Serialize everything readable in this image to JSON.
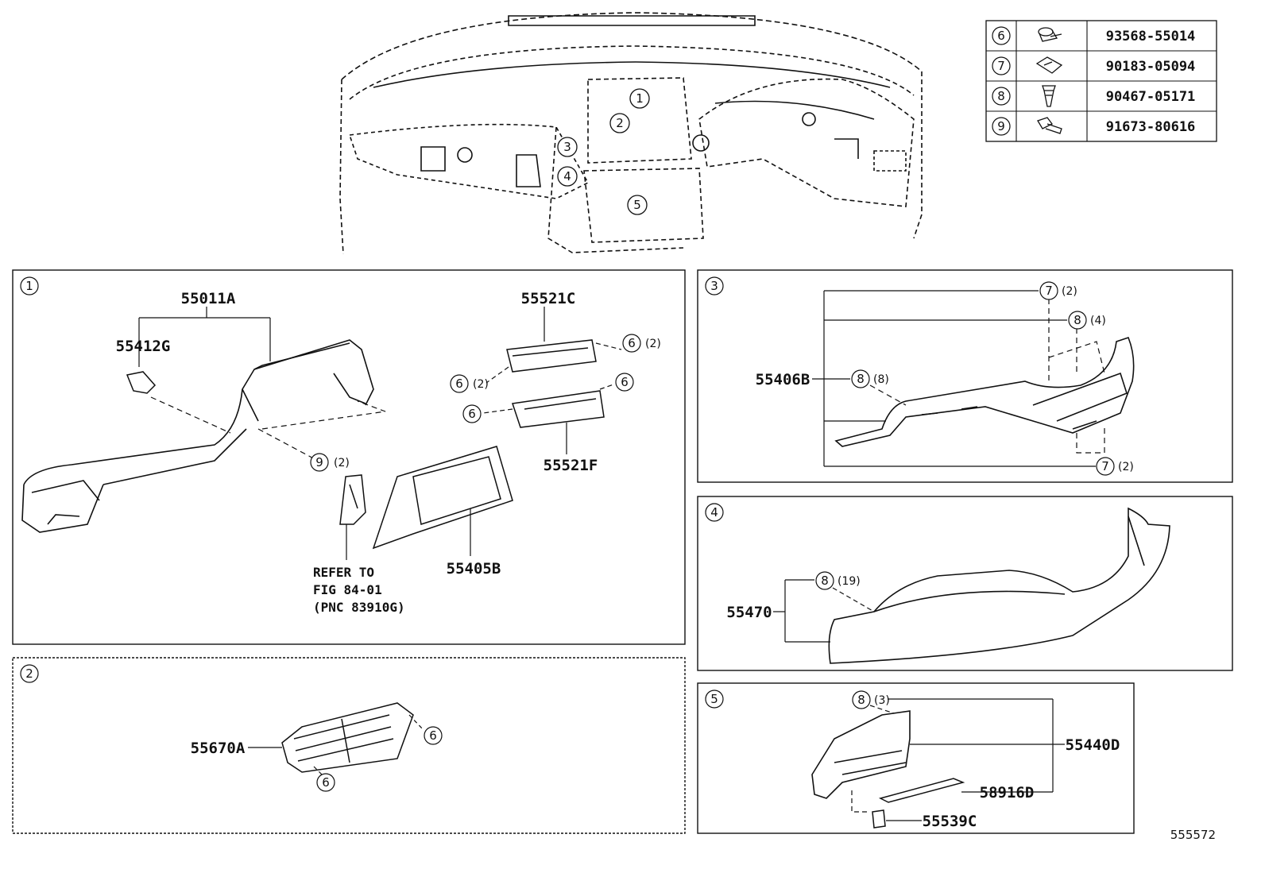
{
  "parts_table": [
    {
      "ref": "6",
      "part_no": "93568-55014",
      "icon": "screw-icon"
    },
    {
      "ref": "7",
      "part_no": "90183-05094",
      "icon": "clip-icon"
    },
    {
      "ref": "8",
      "part_no": "90467-05171",
      "icon": "push-clip-icon"
    },
    {
      "ref": "9",
      "part_no": "91673-80616",
      "icon": "bolt-icon"
    }
  ],
  "overview": {
    "callouts": [
      "1",
      "2",
      "3",
      "4",
      "5"
    ]
  },
  "panels": {
    "p1": {
      "number": "1",
      "parts": {
        "a": "55011A",
        "b": "55412G",
        "c": "55521C",
        "d": "55521F",
        "e": "55405B"
      },
      "fasteners": {
        "f1_ref": "6",
        "f1_qty": "(2)",
        "f2_ref": "6",
        "f2_qty": "(2)",
        "f3_ref": "6",
        "f4_ref": "6",
        "f5_ref": "9",
        "f5_qty": "(2)"
      },
      "note_line1": "REFER TO",
      "note_line2": "FIG 84-01",
      "note_line3": "(PNC 83910G)"
    },
    "p2": {
      "number": "2",
      "parts": {
        "a": "55670A"
      },
      "fasteners": {
        "f1_ref": "6",
        "f2_ref": "6"
      }
    },
    "p3": {
      "number": "3",
      "parts": {
        "a": "55406B"
      },
      "fasteners": {
        "f1_ref": "7",
        "f1_qty": "(2)",
        "f2_ref": "8",
        "f2_qty": "(4)",
        "f3_ref": "8",
        "f3_qty": "(8)",
        "f4_ref": "7",
        "f4_qty": "(2)"
      }
    },
    "p4": {
      "number": "4",
      "parts": {
        "a": "55470"
      },
      "fasteners": {
        "f1_ref": "8",
        "f1_qty": "(19)"
      }
    },
    "p5": {
      "number": "5",
      "parts": {
        "a": "55440D",
        "b": "58916D",
        "c": "55539C"
      },
      "fasteners": {
        "f1_ref": "8",
        "f1_qty": "(3)"
      }
    }
  },
  "figure_code": "555572"
}
